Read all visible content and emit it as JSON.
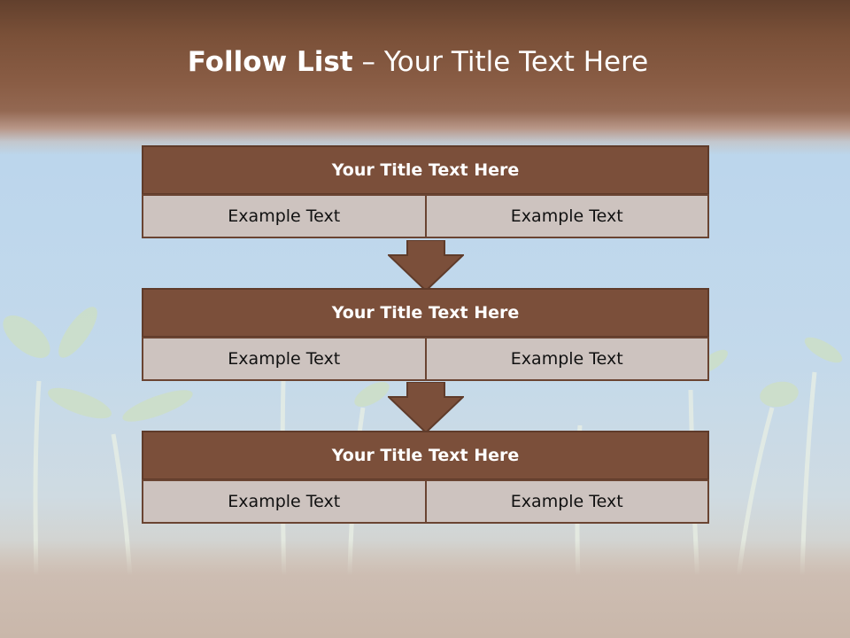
{
  "slide": {
    "title_bold": "Follow List",
    "title_rest": " – Your Title Text Here"
  },
  "blocks": [
    {
      "title": "Your Title Text Here",
      "left_text": "Example Text",
      "right_text": "Example Text"
    },
    {
      "title": "Your Title Text Here",
      "left_text": "Example Text",
      "right_text": "Example Text"
    },
    {
      "title": "Your Title Text Here",
      "left_text": "Example Text",
      "right_text": "Example Text"
    }
  ],
  "colors": {
    "header_brown": "#7b4f3a",
    "cell_fill": "#cdc3bf",
    "arrow_brown": "#7b4f3a",
    "sky_blue": "#bcd6ec"
  },
  "icons": [
    "down-arrow-icon"
  ]
}
